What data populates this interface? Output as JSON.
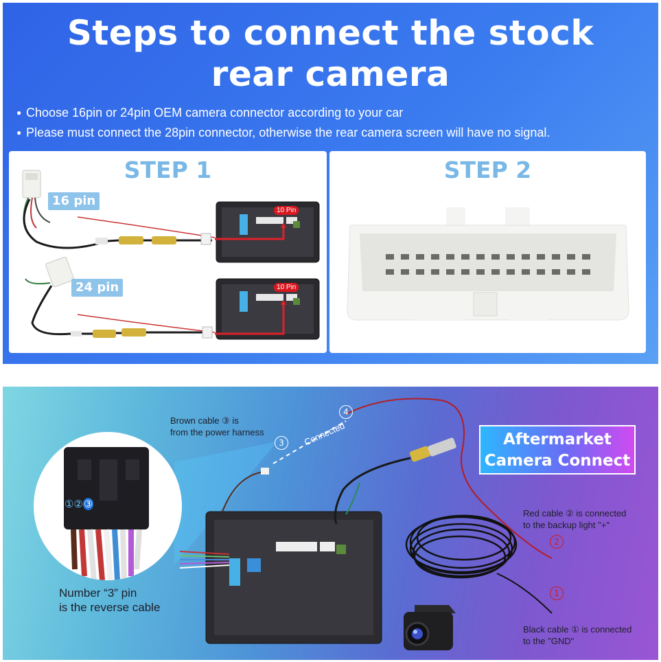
{
  "header": {
    "title_line1": "Steps to connect the stock",
    "title_line2": "rear camera",
    "bullets": [
      "Choose 16pin or 24pin OEM camera connector according to your car",
      "Please must connect the 28pin connector, otherwise the rear camera screen will have no signal."
    ]
  },
  "step1": {
    "title": "STEP 1",
    "pin16_label": "16 pin",
    "pin24_label": "24 pin",
    "port_label_top": "10 Pin",
    "port_label_bottom": "10 Pin"
  },
  "step2": {
    "title": "STEP 2"
  },
  "aftermarket": {
    "badge_line1": "Aftermarket",
    "badge_line2": "Camera Connect",
    "connected_label": "Connected",
    "brown_cable_line1": "Brown cable ③ is",
    "brown_cable_line2": "from the power harness",
    "pin_numbers": [
      "①",
      "②",
      "③"
    ],
    "number3_line1": "Number “3” pin",
    "number3_line2": "is the reverse cable",
    "red_cable_line1": "Red cable ② is connected",
    "red_cable_line2": "to the backup light \"+\"",
    "black_cable_line1": "Black cable ① is connected",
    "black_cable_line2": "to the \"GND\"",
    "marker_3": "3",
    "marker_4": "4",
    "marker_2": "2",
    "marker_1": "1"
  },
  "colors": {
    "top_gradient_start": "#2f63e6",
    "top_gradient_end": "#5aa0f5",
    "step_title": "#79b8e6",
    "pin_label_bg": "#8ec3ea",
    "ten_pin_bg": "#d8171f",
    "red_cable": "#d21b1b"
  }
}
